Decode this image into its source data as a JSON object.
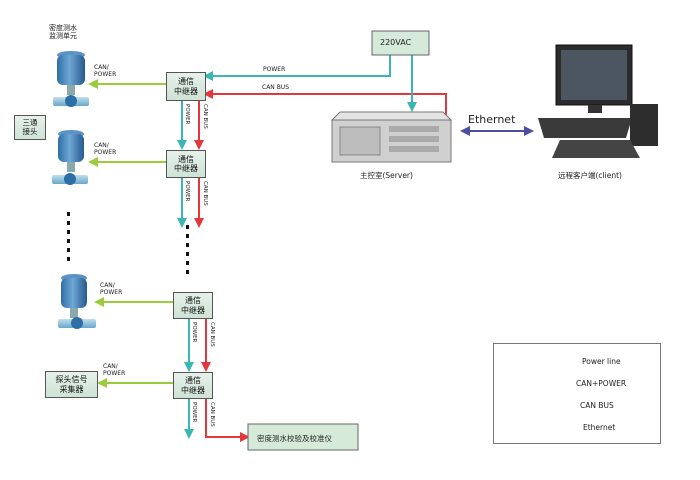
{
  "top_unit_label": "密度测水\n监测单元",
  "three_way_label": "三通\n接头",
  "probe_collector_label": "探头信号\n采集器",
  "relay_label": "通信\n中继器",
  "relays": [
    {
      "id": "relay-1"
    },
    {
      "id": "relay-2"
    },
    {
      "id": "relay-3"
    },
    {
      "id": "relay-4"
    }
  ],
  "line_labels": {
    "can_power": "CAN/\nPOWER",
    "power_vertical": "POWER",
    "canbus_vertical": "CAN BUS",
    "power_top": "POWER",
    "canbus_top": "CAN BUS"
  },
  "supply_label": "220VAC",
  "ethernet_label": "Ethernet",
  "server_caption": "主控室(Server)",
  "client_caption": "远程客户端(client)",
  "calibrator_label": "密度测水校验及校准仪",
  "legend": [
    {
      "label": "Power line",
      "color": "#3ab7b4"
    },
    {
      "label": "CAN+POWER",
      "color": "#9ccb3c"
    },
    {
      "label": "CAN BUS",
      "color": "#e2373b"
    },
    {
      "label": "Ethernet",
      "color": "#4b4fa4"
    }
  ]
}
